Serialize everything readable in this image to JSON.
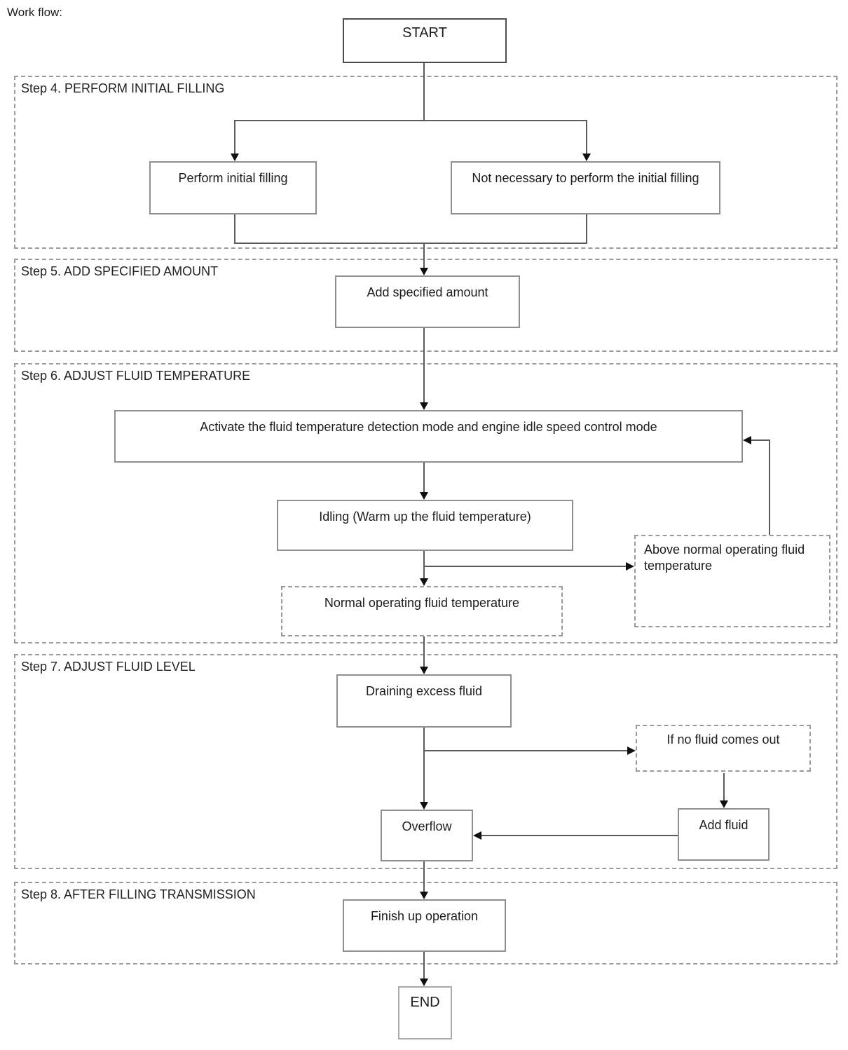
{
  "page": {
    "title": "Work flow:"
  },
  "steps": [
    {
      "label": "Step 4. PERFORM INITIAL FILLING"
    },
    {
      "label": "Step 5. ADD SPECIFIED AMOUNT"
    },
    {
      "label": "Step 6. ADJUST FLUID TEMPERATURE"
    },
    {
      "label": "Step 7. ADJUST FLUID LEVEL"
    },
    {
      "label": "Step 8. AFTER FILLING TRANSMISSION"
    }
  ],
  "nodes": {
    "start": {
      "label": "START"
    },
    "perform_initial": {
      "label": "Perform initial filling"
    },
    "not_necessary": {
      "label": "Not necessary to perform the initial filling"
    },
    "add_specified": {
      "label": "Add specified amount"
    },
    "activate": {
      "label": "Activate the fluid temperature detection mode and engine idle speed control mode"
    },
    "idling": {
      "label": "Idling (Warm up the fluid temperature)"
    },
    "normal_temp": {
      "label": "Normal operating fluid temperature"
    },
    "above_temp": {
      "label": "Above normal operating fluid temperature"
    },
    "draining": {
      "label": "Draining excess fluid"
    },
    "if_no_fluid": {
      "label": "If no fluid comes out"
    },
    "overflow": {
      "label": "Overflow"
    },
    "add_fluid": {
      "label": "Add fluid"
    },
    "finish": {
      "label": "Finish up operation"
    },
    "end": {
      "label": "END"
    }
  },
  "colors": {
    "line": "#5a5a5a",
    "arrow": "#101010",
    "box_border": "#8f8f8f",
    "dashed_border": "#9a9a9a"
  }
}
